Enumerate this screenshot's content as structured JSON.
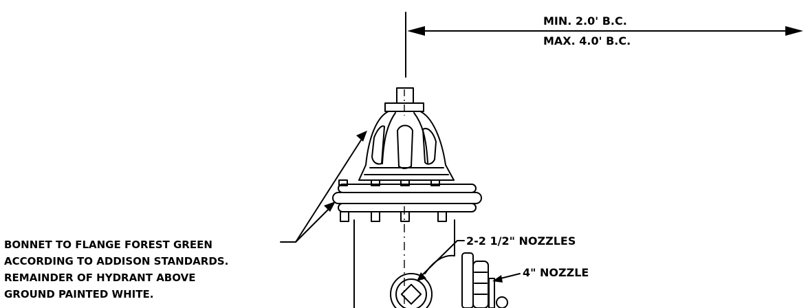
{
  "dimension": {
    "min_label": "MIN. 2.0' B.C.",
    "max_label": "MAX. 4.0' B.C."
  },
  "callouts": {
    "bonnet_note": [
      "BONNET TO FLANGE FOREST GREEN",
      "ACCORDING TO ADDISON STANDARDS.",
      "REMAINDER OF HYDRANT ABOVE",
      "GROUND PAINTED WHITE."
    ],
    "nozzles_small": "2-2 1/2\" NOZZLES",
    "nozzle_large": "4\" NOZZLE"
  }
}
